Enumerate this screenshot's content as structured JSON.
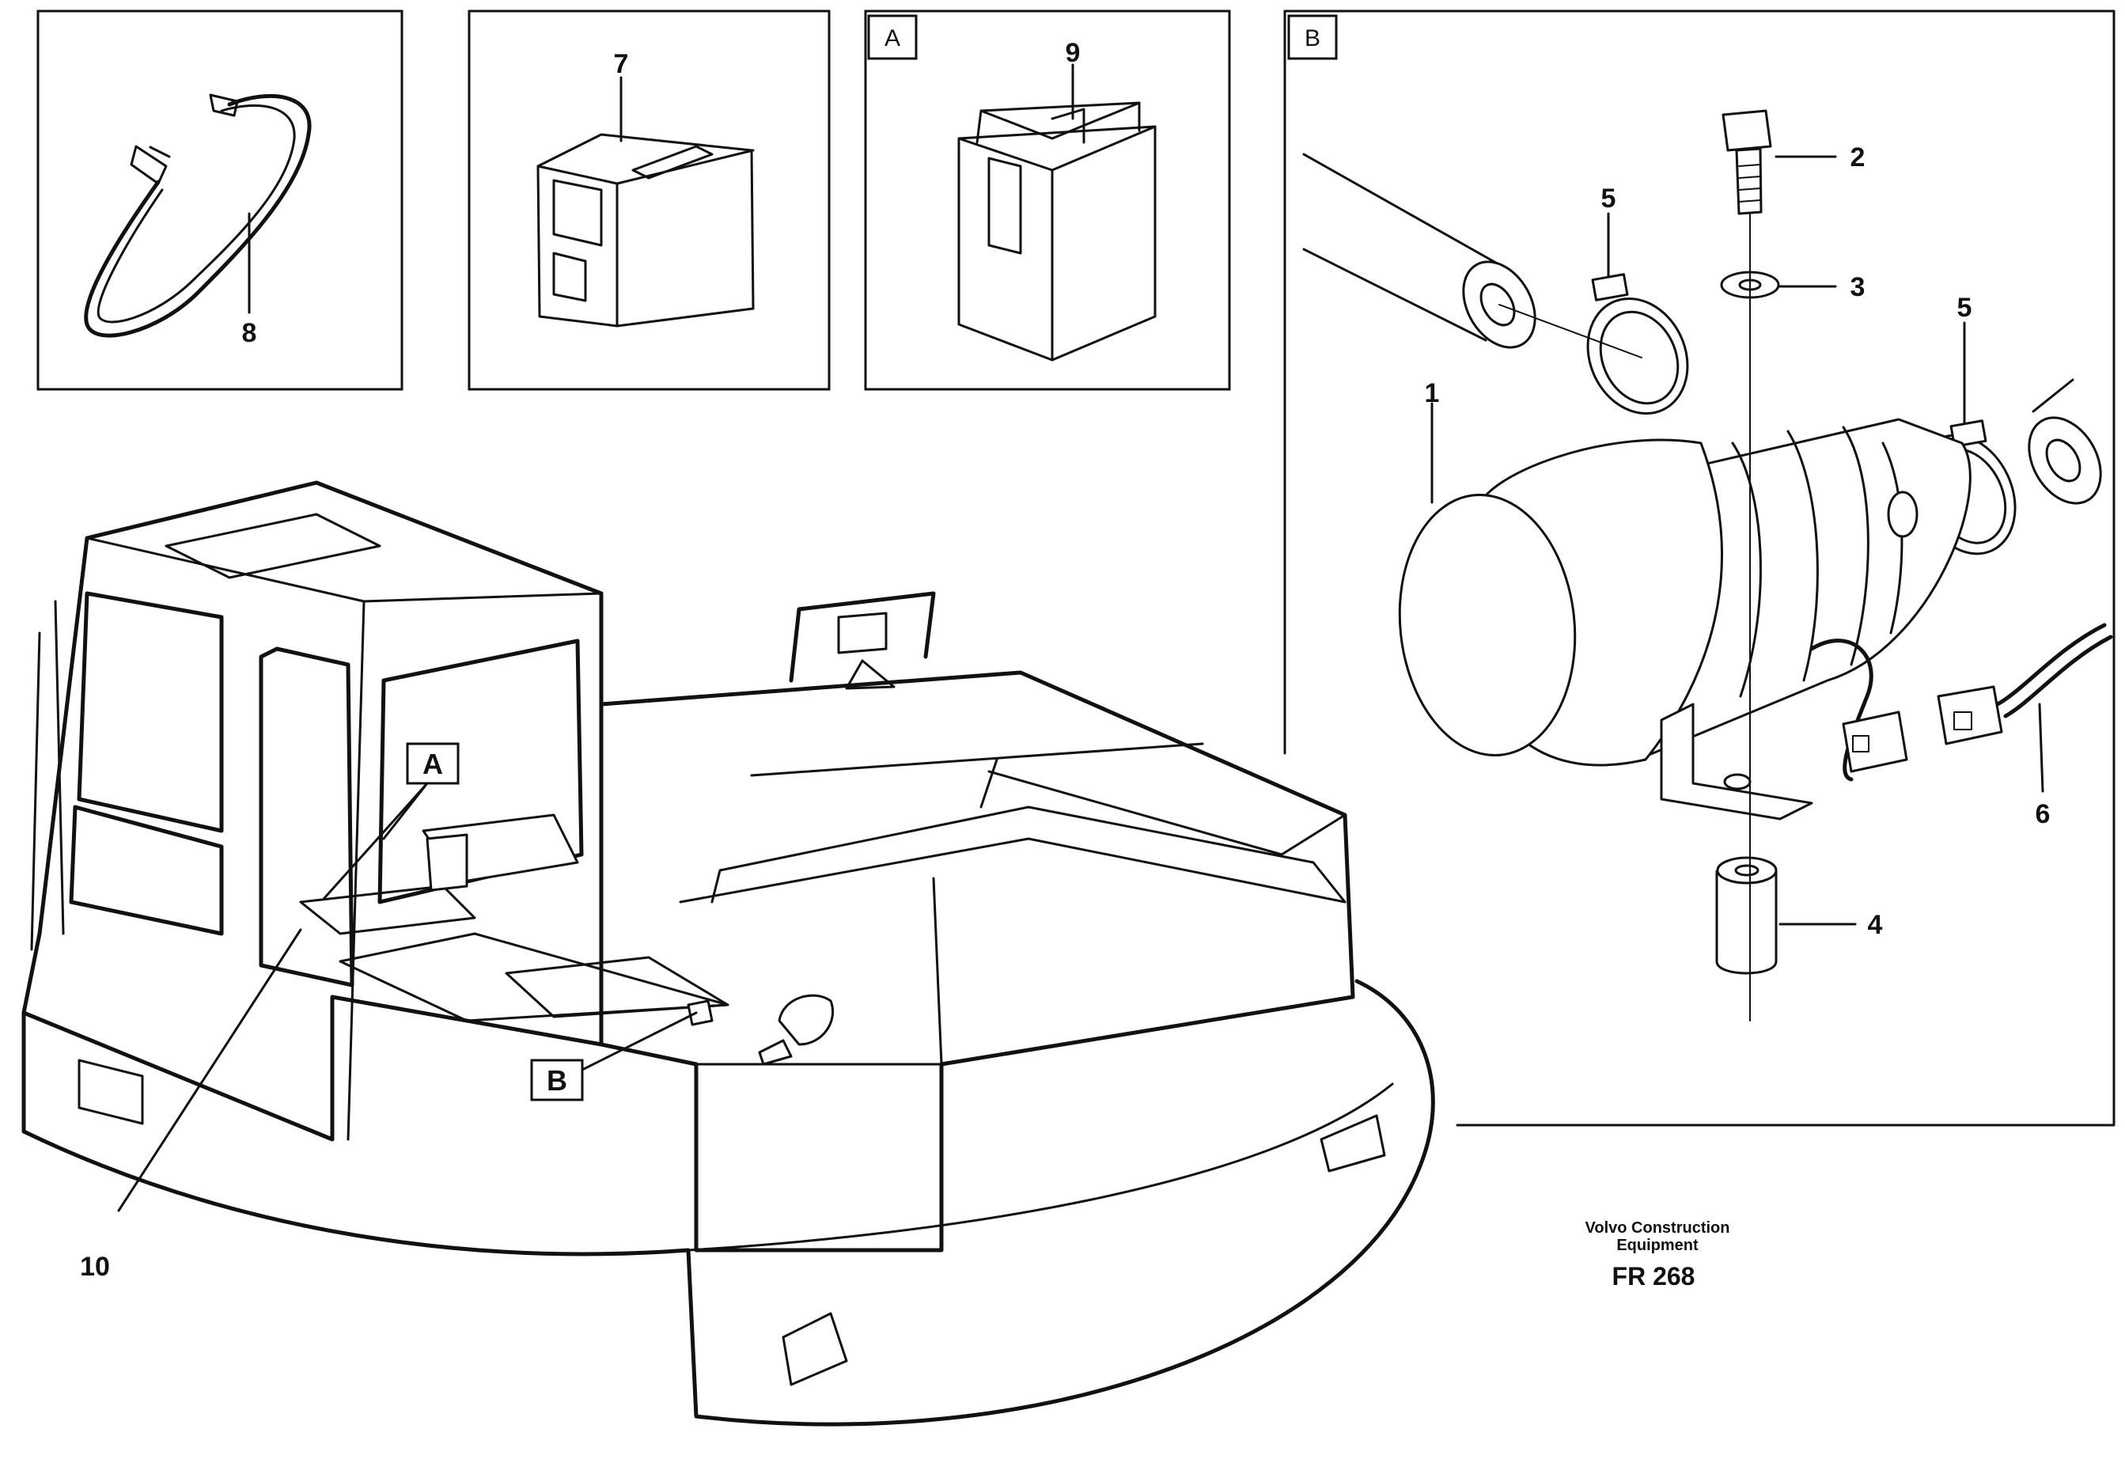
{
  "panels": {
    "a_tag": "A",
    "b_tag": "B"
  },
  "callouts": {
    "n1": "1",
    "n2": "2",
    "n3": "3",
    "n4": "4",
    "n5a": "5",
    "n5b": "5",
    "n6": "6",
    "n7": "7",
    "n8": "8",
    "n9": "9",
    "n10": "10",
    "machine_a": "A",
    "machine_b": "B"
  },
  "footer": {
    "maker_line1": "Volvo Construction",
    "maker_line2": "Equipment",
    "figure_id": "FR 268"
  }
}
